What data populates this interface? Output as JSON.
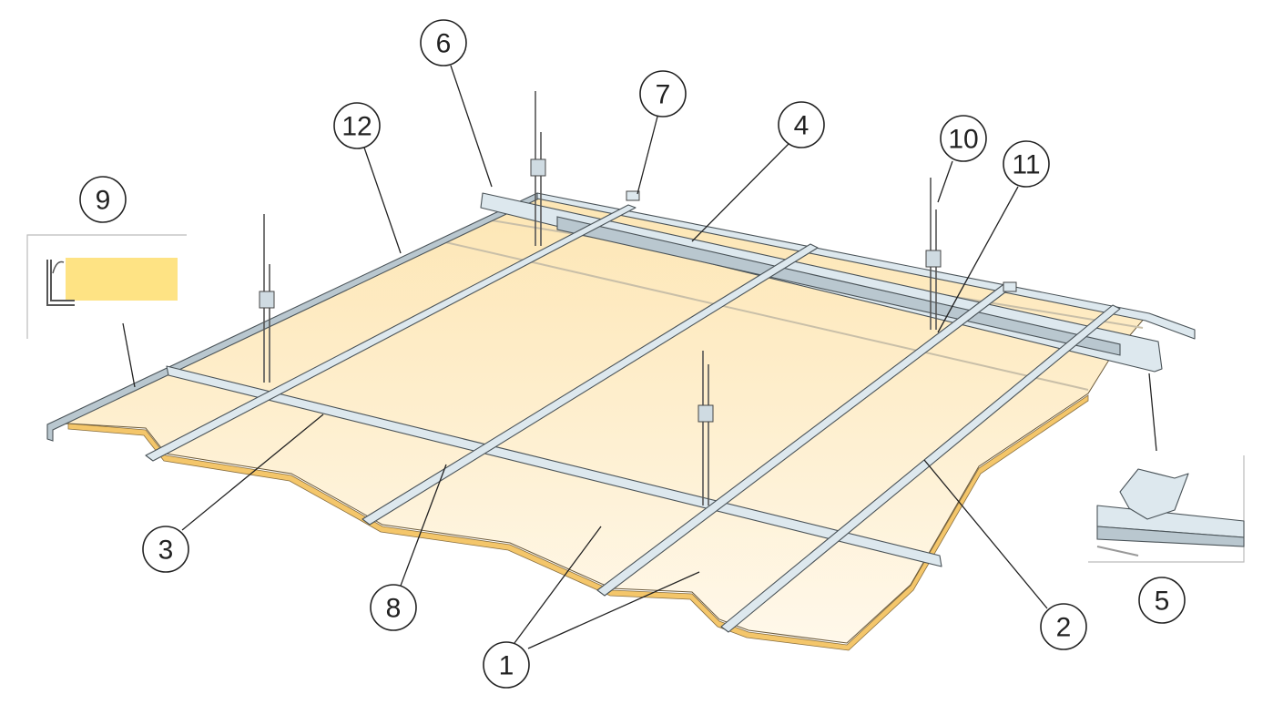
{
  "diagram": {
    "title": "",
    "callouts": {
      "c1": "1",
      "c2": "2",
      "c3": "3",
      "c4": "4",
      "c5": "5",
      "c6": "6",
      "c7": "7",
      "c8": "8",
      "c9": "9",
      "c10": "10",
      "c11": "11",
      "c12": "12"
    },
    "colors": {
      "board_top": "#fde6b4",
      "board_bottom": "#fff7e8",
      "board_edge": "#f4c66a",
      "rail": "#dde8ee",
      "inset_panel": "#fee384"
    }
  }
}
